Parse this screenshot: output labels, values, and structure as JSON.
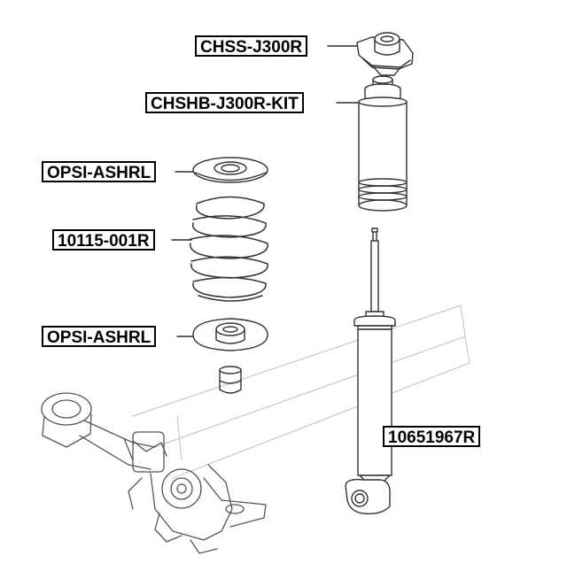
{
  "diagram": {
    "labels": {
      "top_mount": "CHSS-J300R",
      "dust_boot_kit": "CHSHB-J300R-KIT",
      "upper_spring_pad": "OPSI-ASHRL",
      "coil_spring": "10115-001R",
      "lower_spring_pad": "OPSI-ASHRL",
      "shock_absorber": "10651967R"
    }
  }
}
